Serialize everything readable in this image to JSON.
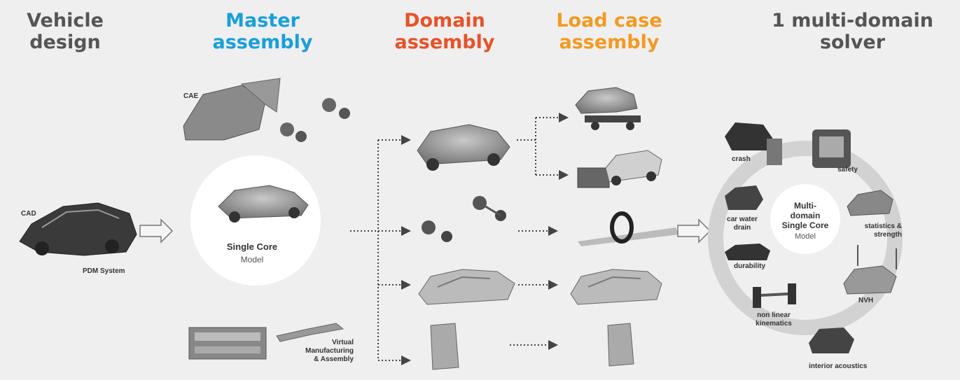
{
  "colors": {
    "vehicle": "#555555",
    "master": "#1a9fd8",
    "domain": "#e5532b",
    "load": "#f29a22",
    "solver": "#555555"
  },
  "headings": {
    "vehicle": [
      "Vehicle",
      "design"
    ],
    "master": [
      "Master",
      "assembly"
    ],
    "domain": [
      "Domain",
      "assembly"
    ],
    "load": [
      "Load case",
      "assembly"
    ],
    "solver": [
      "1 multi-domain",
      "solver"
    ]
  },
  "labels": {
    "cad": "CAD",
    "pdm": "PDM System",
    "cae": "CAE",
    "single_core": "Single Core",
    "model": "Model",
    "virtual": [
      "Virtual",
      "Manufacturing",
      "& Assembly"
    ]
  },
  "solver": {
    "title": [
      "Multi-",
      "domain",
      "Single Core"
    ],
    "model": "Model",
    "domains": {
      "crash": "crash",
      "safety": "safety",
      "car_water": [
        "car water",
        "drain"
      ],
      "statistics": [
        "statistics &",
        "strength"
      ],
      "durability": "durability",
      "nvh": "NVH",
      "non_linear": [
        "non linear",
        "kinematics"
      ],
      "acoustics": "interior acoustics"
    }
  }
}
